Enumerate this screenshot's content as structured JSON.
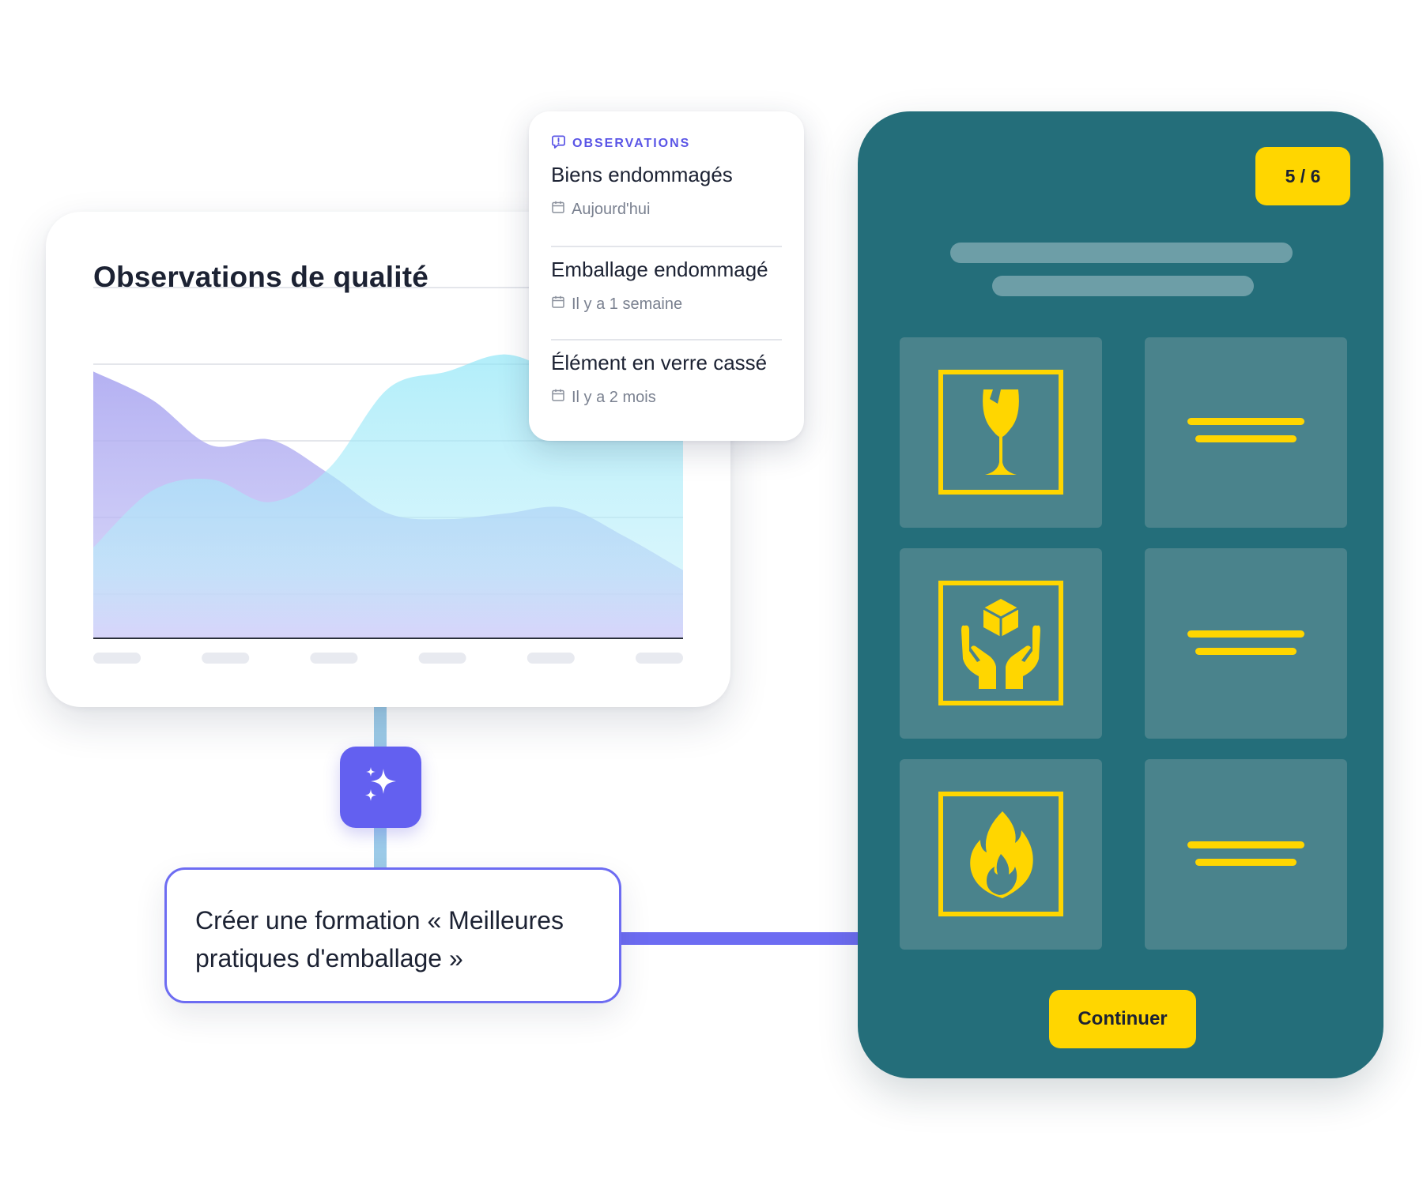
{
  "chart_card": {
    "title": "Observations de qualité"
  },
  "chart_data": {
    "type": "area",
    "x": [
      0,
      1,
      2,
      3,
      4,
      5,
      6,
      7,
      8,
      9,
      10
    ],
    "series": [
      {
        "values": [
          47,
          42,
          34,
          35,
          29,
          22,
          21,
          22,
          23,
          18,
          12
        ]
      },
      {
        "values": [
          16,
          26,
          28,
          24,
          30,
          44,
          47,
          50,
          46,
          42,
          36
        ]
      }
    ],
    "ylim": [
      0,
      54
    ],
    "grid": true,
    "colors": [
      "#b4b0f2",
      "#9ee8f6"
    ]
  },
  "observations": {
    "header": "OBSERVATIONS",
    "items": [
      {
        "title": "Biens endommagés",
        "date": "Aujourd'hui"
      },
      {
        "title": "Emballage endommagé",
        "date": "Il y a 1 semaine"
      },
      {
        "title": "Élément en verre cassé",
        "date": "Il y a 2 mois"
      }
    ]
  },
  "ai_button": {
    "icon": "sparkles-icon"
  },
  "prompt": {
    "text": "Créer une formation « Meilleures pratiques d'emballage »"
  },
  "phone": {
    "step": "5 / 6",
    "tiles": [
      {
        "icon": "fragile-glass-icon"
      },
      {
        "icon": "text-lines-icon"
      },
      {
        "icon": "handle-with-care-icon"
      },
      {
        "icon": "text-lines-icon"
      },
      {
        "icon": "flammable-icon"
      },
      {
        "icon": "text-lines-icon"
      }
    ],
    "continue_label": "Continuer"
  },
  "colors": {
    "accent": "#6360f0",
    "phone_bg": "#246e7a",
    "tile_bg": "#4a838c",
    "yellow": "#ffd600"
  }
}
